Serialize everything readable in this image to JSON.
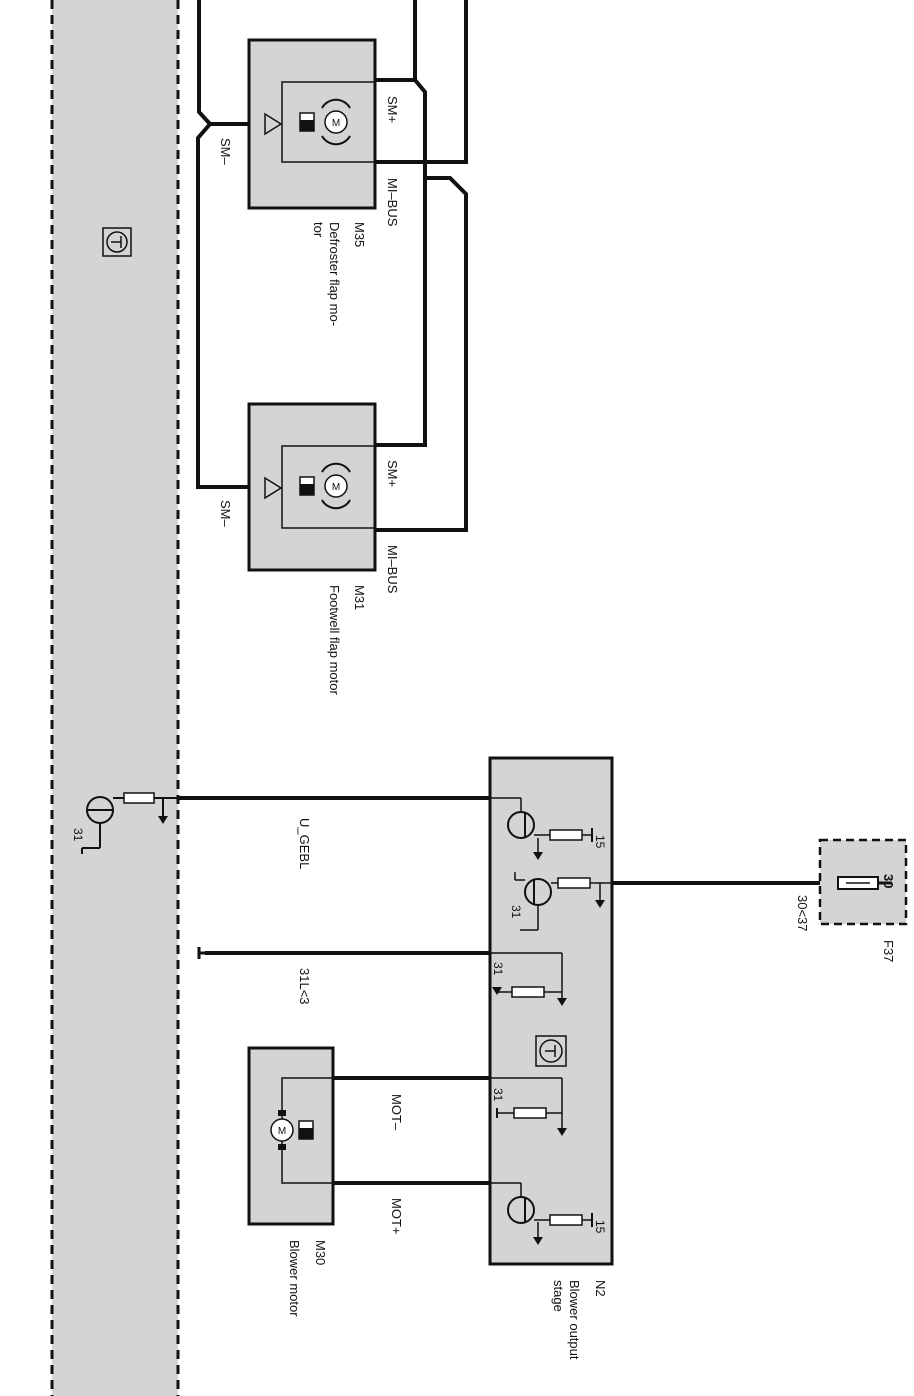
{
  "colors": {
    "wire": "#111111",
    "module_fill": "#d4d4d4",
    "background": "#ffffff"
  },
  "components": {
    "m35": {
      "id": "M35",
      "name_line1": "Defroster flap mo-",
      "name_line2": "tor",
      "pin_sm_minus": "SM–",
      "pin_sm_plus": "SM+",
      "pin_mi_bus": "MI–BUS"
    },
    "m31": {
      "id": "M31",
      "name": "Footwell flap motor",
      "pin_sm_minus": "SM–",
      "pin_sm_plus": "SM+",
      "pin_mi_bus": "MI–BUS"
    },
    "m30": {
      "id": "M30",
      "name": "Blower motor"
    },
    "n2": {
      "id": "N2",
      "name_line1": "Blower output",
      "name_line2": "stage",
      "pin_15_a": "15",
      "pin_31_a": "31",
      "pin_31_b": "31",
      "pin_31_c": "31",
      "pin_15_b": "15"
    },
    "f37": {
      "id": "F37",
      "pin": "30"
    },
    "left_module": {
      "pin_31": "31"
    }
  },
  "wires": {
    "u_gebl": "U_GEBL",
    "ground_31l": "31L<3",
    "supply_30": "30<37",
    "mot_minus": "MOT–",
    "mot_plus": "MOT+"
  },
  "icons": {
    "control_unit": "control-unit-icon",
    "transistor": "transistor-icon",
    "motor": "motor-icon",
    "fuse": "fuse-icon"
  }
}
